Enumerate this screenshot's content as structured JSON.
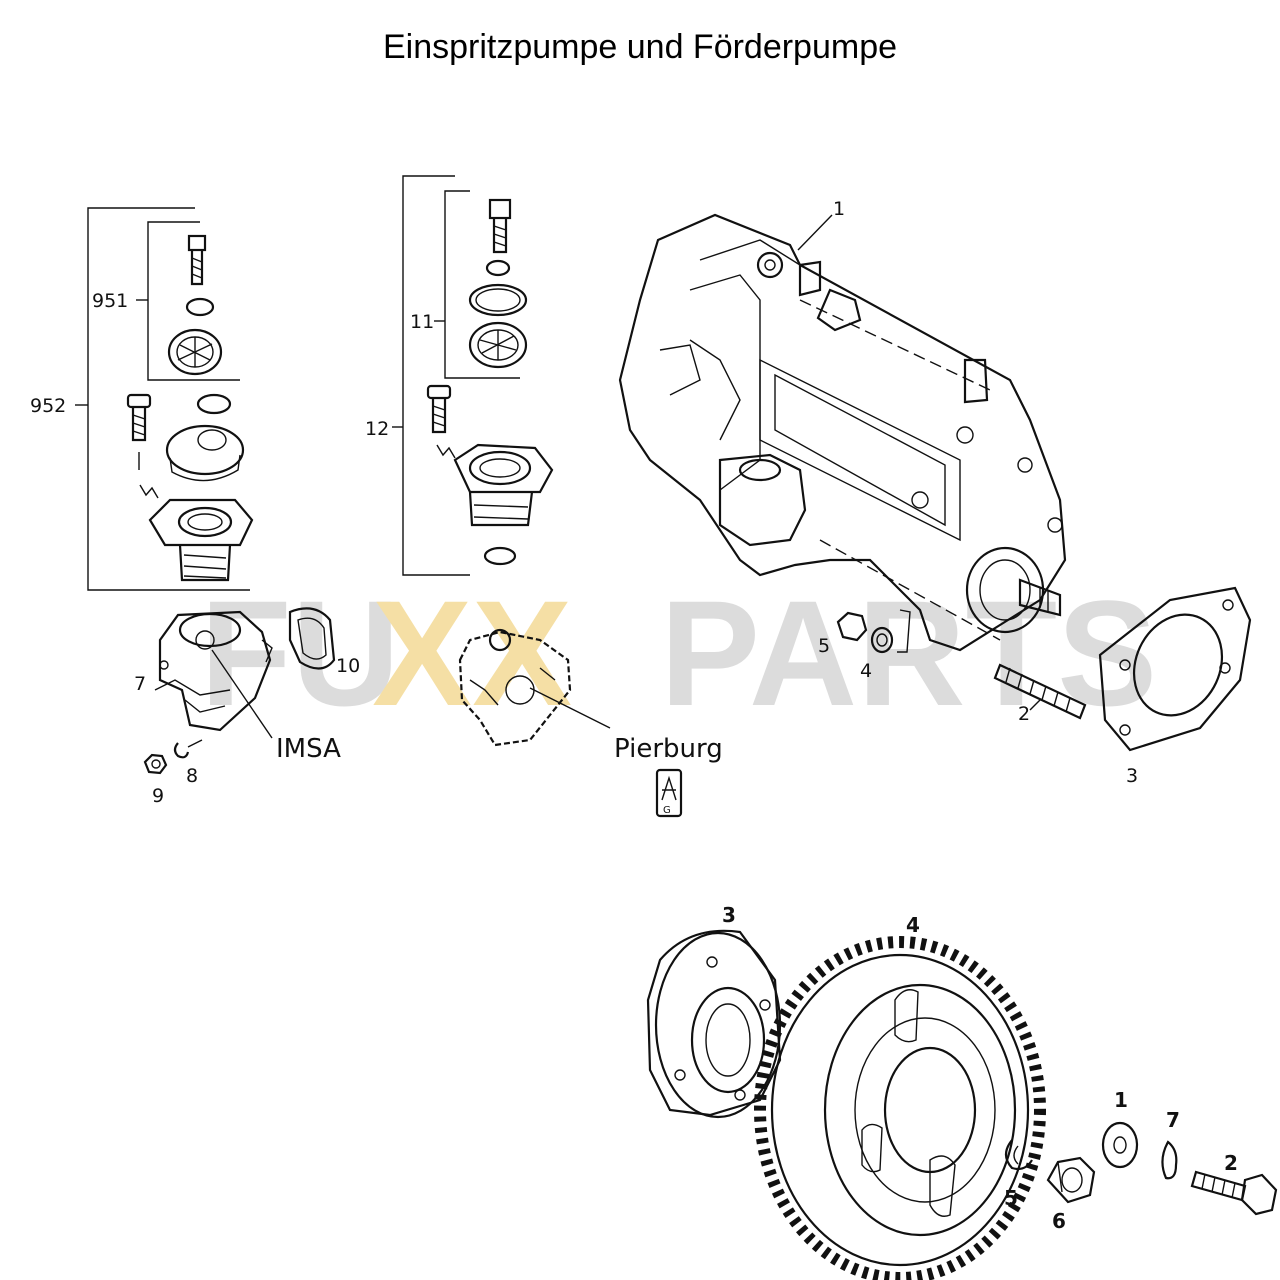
{
  "title": "Einspritzpumpe und Förderpumpe",
  "watermark": {
    "text_left": "FU",
    "text_mid": "XX",
    "text_right": "PARTS",
    "color_grey": "#d9d9d9",
    "color_gold": "#f4dc9c"
  },
  "upper_labels": {
    "l_952": "952",
    "l_951": "951",
    "l_11": "11",
    "l_12": "12",
    "l_1": "1",
    "l_2": "2",
    "l_3": "3",
    "l_4": "4",
    "l_5": "5",
    "l_7": "7",
    "l_8": "8",
    "l_9": "9",
    "l_10": "10"
  },
  "brands": {
    "imsa": "IMSA",
    "pierburg": "Pierburg"
  },
  "lower_labels": {
    "l_1": "1",
    "l_2": "2",
    "l_3": "3",
    "l_4": "4",
    "l_5": "5",
    "l_6": "6",
    "l_7": "7"
  }
}
